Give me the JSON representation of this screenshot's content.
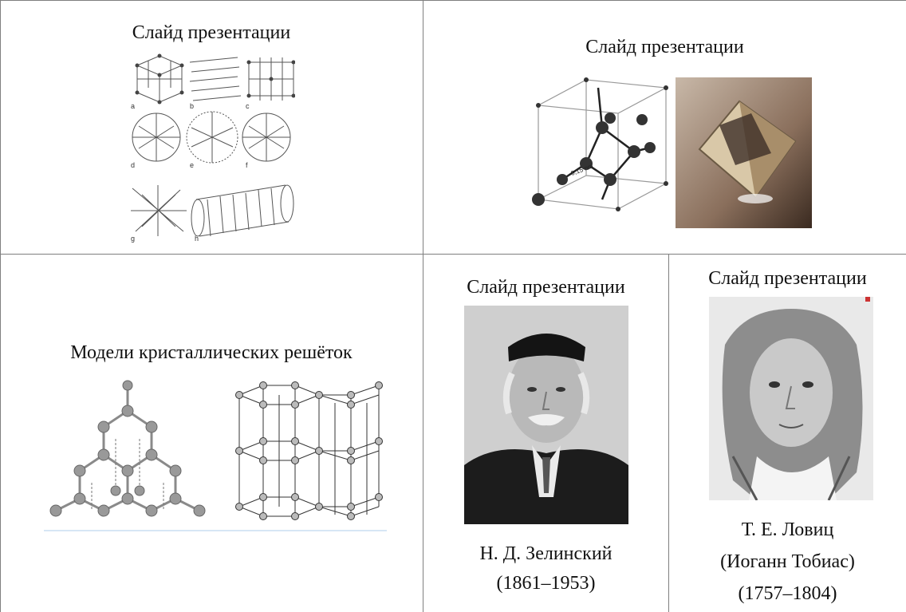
{
  "cells": {
    "top_left": {
      "caption": "Слайд презентации",
      "labels": [
        "a",
        "b",
        "c",
        "d",
        "e",
        "f",
        "g",
        "h"
      ]
    },
    "top_right": {
      "caption": "Слайд презентации",
      "bond_label": "0,15 nm"
    },
    "bottom_left": {
      "caption": "Модели кристаллических решёток"
    },
    "bottom_mid": {
      "caption": "Слайд презентации",
      "name": "Н. Д. Зелинский",
      "years": "(1861–1953)"
    },
    "bottom_right": {
      "caption": "Слайд презентации",
      "name": "Т. Е. Ловиц",
      "alt_name": "(Иоганн Тобиас)",
      "years": "(1757–1804)"
    }
  }
}
